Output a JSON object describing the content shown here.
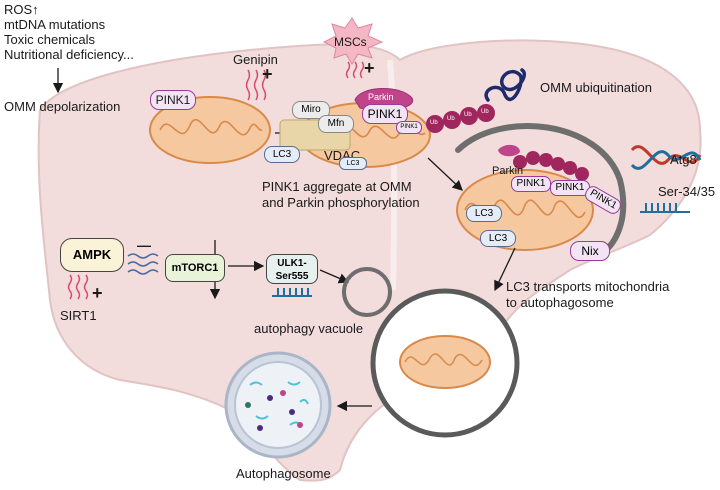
{
  "stress_factors": [
    "ROS↑",
    "mtDNA mutations",
    "Toxic chemicals",
    "Nutritional deficiency..."
  ],
  "omm_depolarization": "OMM depolarization",
  "genipin": "Genipin",
  "mscs": "MSCs",
  "plus": "+",
  "minus": "—",
  "pink1": "PINK1",
  "parkin": "Parkin",
  "miro": "Miro",
  "mfn": "Mfn",
  "vdac": "VDAC",
  "lc3": "LC3",
  "ub": "Ub",
  "omm_ubiquitination": "OMM ubiquitination",
  "pink1_aggregate_caption": [
    "PINK1 aggregate at OMM",
    "and Parkin phosphorylation"
  ],
  "atg8": "Atg8",
  "ser_label": "Ser-34/35",
  "nix": "Nix",
  "ampk": "AMPK",
  "sirt1": "SIRT1",
  "mtorc1": "mTORC1",
  "ulk1": [
    "ULK1-",
    "Ser555"
  ],
  "autophagy_vacuole": "autophagy vacuole",
  "lc3_transport_caption": [
    "LC3 transports mitochondria",
    "to autophagosome"
  ],
  "autophagosome": "Autophagosome",
  "colors": {
    "liver": "#f2dcdc",
    "liver_edge": "#e2c3c3",
    "mito": "#f5c8a0",
    "mito_edge": "#d98a4a",
    "pink1_fill": "#f3e4f3",
    "pink1_edge": "#9a3c9a",
    "parkin": "#c0448c",
    "ub": "#a0275e",
    "lc3_fill": "#e4ecf7",
    "lc3_edge": "#5a6b8c",
    "ampk_fill": "#fbf3d7",
    "mtorc1_fill": "#e8f3d8",
    "ulk1_fill": "#e6f0ef",
    "signal_red": "#d84a6a",
    "signal_blue": "#4a6aa0"
  }
}
